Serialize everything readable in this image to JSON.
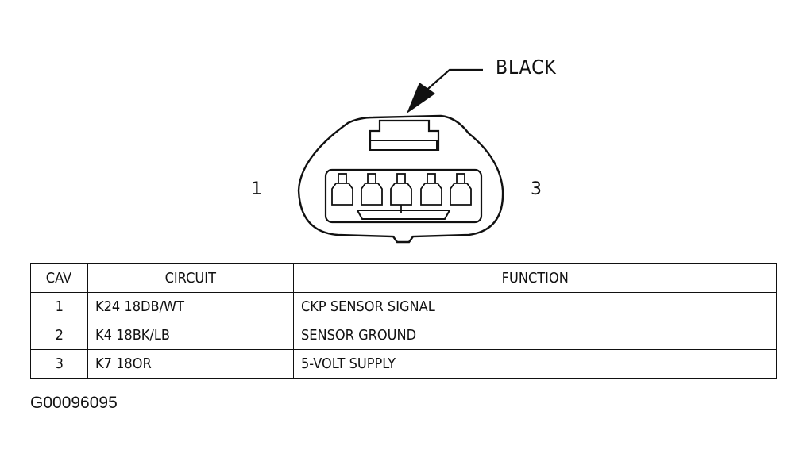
{
  "connector": {
    "color_label": "BLACK",
    "pin_left_label": "1",
    "pin_right_label": "3",
    "terminal_count": 5
  },
  "table": {
    "headers": {
      "cav": "CAV",
      "circuit": "CIRCUIT",
      "function": "FUNCTION"
    },
    "rows": [
      {
        "cav": "1",
        "circuit": "K24 18DB/WT",
        "function": "CKP SENSOR SIGNAL"
      },
      {
        "cav": "2",
        "circuit": "K4 18BK/LB",
        "function": "SENSOR GROUND"
      },
      {
        "cav": "3",
        "circuit": "K7 18OR",
        "function": "5-VOLT SUPPLY"
      }
    ]
  },
  "figure_id": "G00096095"
}
